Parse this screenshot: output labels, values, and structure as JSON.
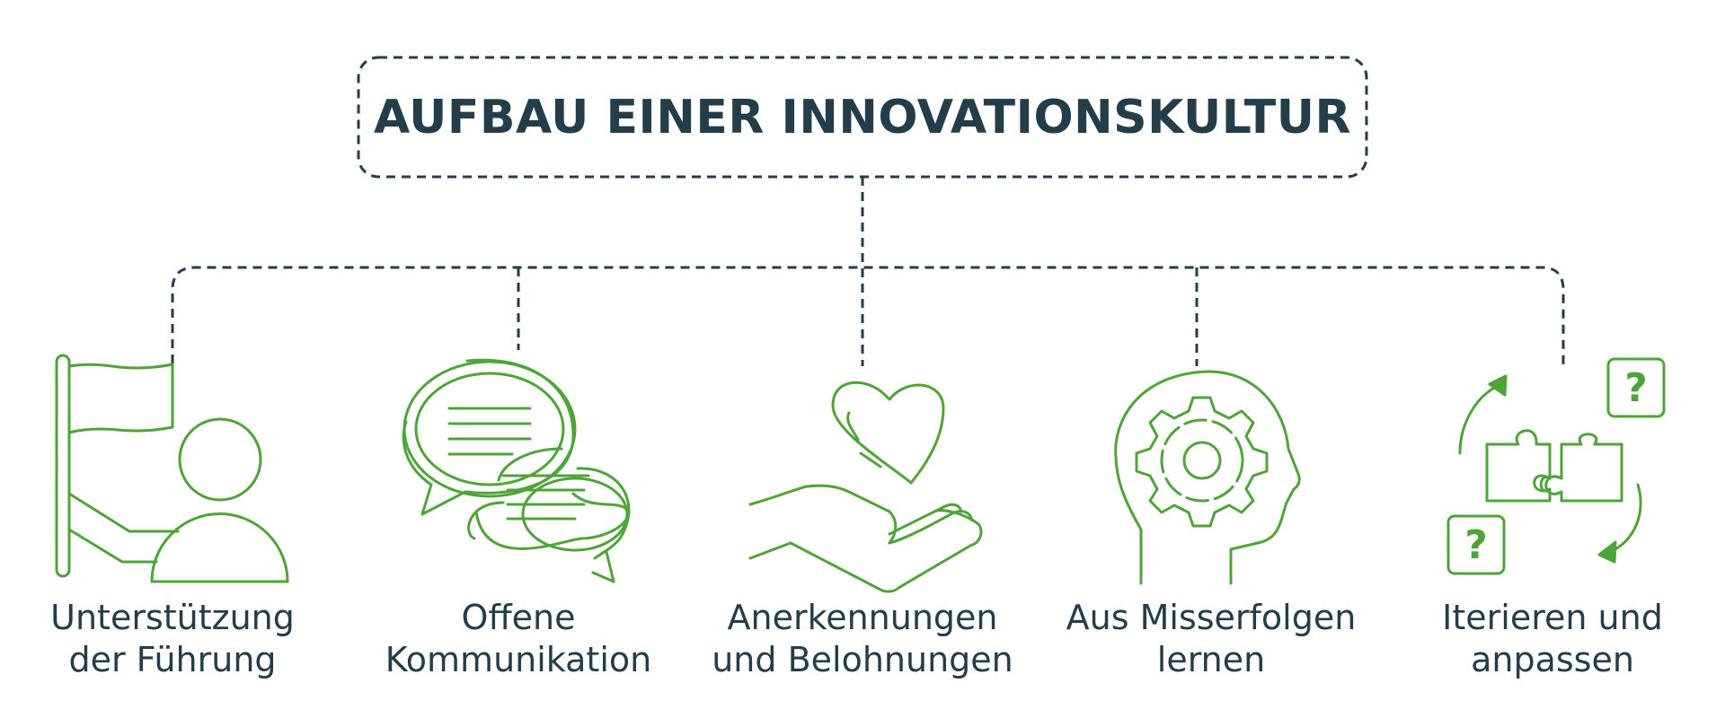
{
  "title": "AUFBAU EINER INNOVATIONSKULTUR",
  "items": [
    {
      "icon": "flag-person-icon",
      "line1": "Unterstützung",
      "line2": "der Führung"
    },
    {
      "icon": "speech-bubbles-icon",
      "line1": "Offene",
      "line2": "Kommunikation"
    },
    {
      "icon": "heart-hand-icon",
      "line1": "Anerkennungen",
      "line2": "und Belohnungen"
    },
    {
      "icon": "head-gear-icon",
      "line1": "Aus Misserfolgen",
      "line2": "lernen"
    },
    {
      "icon": "puzzle-cycle-icon",
      "line1": "Iterieren und",
      "line2": "anpassen"
    }
  ],
  "puzzle_question_mark": "?",
  "colors": {
    "text": "#233d4a",
    "accent": "#4ea537",
    "connector": "#233d4a"
  }
}
